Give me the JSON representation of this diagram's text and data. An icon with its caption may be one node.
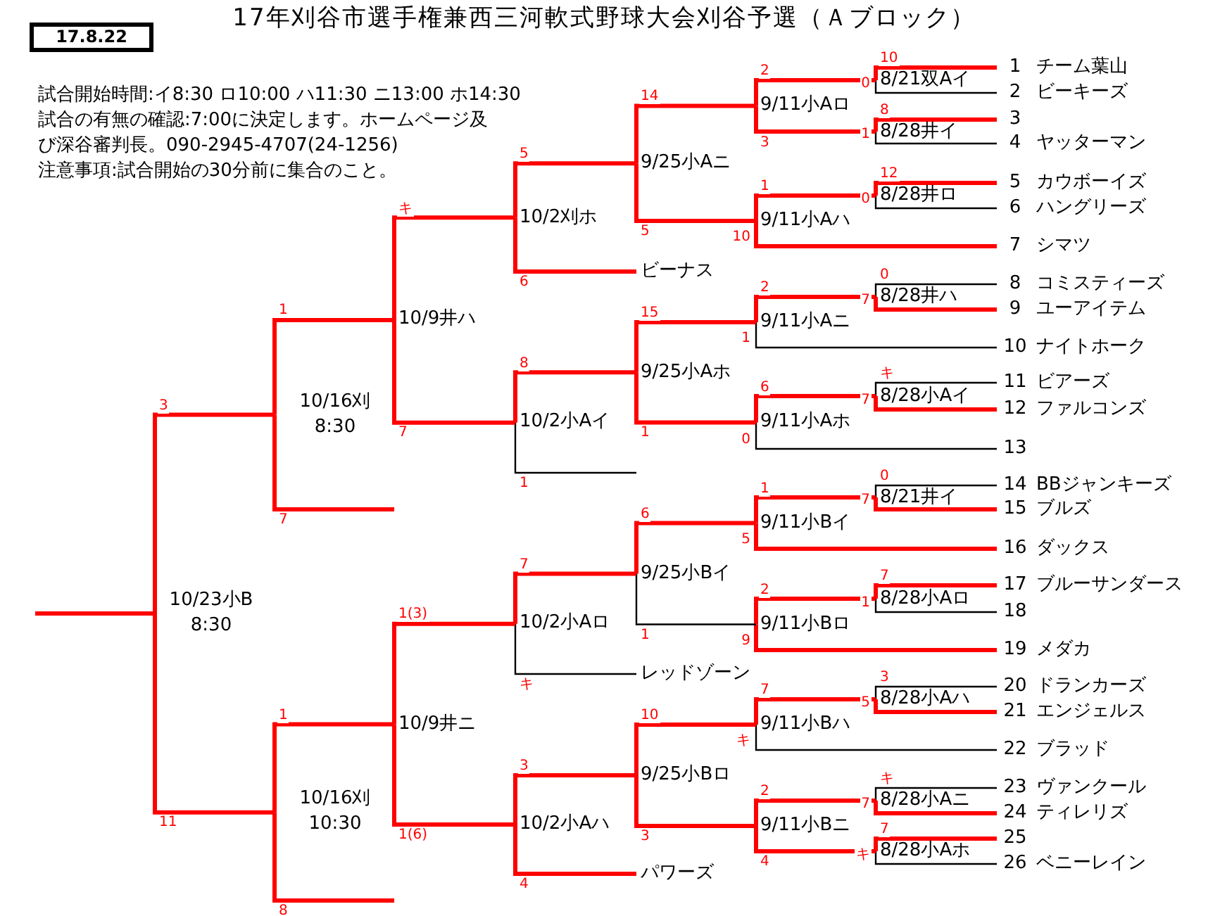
{
  "diagram": {
    "title": "17年刈谷市選手権兼西三河軟式野球大会刈谷予選（Ａブロック）",
    "nodes": [
      {
        "text": [
          "17.8.22"
        ]
      },
      {
        "text": [
          "1",
          "チーム葉山"
        ]
      },
      {
        "text": [
          "2",
          "ビーキーズ"
        ]
      },
      {
        "text": [
          "3"
        ]
      },
      {
        "text": [
          "4",
          "ヤッターマン"
        ]
      },
      {
        "text": [
          "5",
          "カウボーイズ"
        ]
      },
      {
        "text": [
          "6",
          "ハングリーズ"
        ]
      },
      {
        "text": [
          "7",
          "シマツ"
        ]
      },
      {
        "text": [
          "8",
          "コミスティーズ"
        ]
      },
      {
        "text": [
          "9",
          "ユーアイテム"
        ]
      },
      {
        "text": [
          "10",
          "ナイトホーク"
        ]
      },
      {
        "text": [
          "11",
          "ビアーズ"
        ]
      },
      {
        "text": [
          "12",
          "ファルコンズ"
        ]
      },
      {
        "text": [
          "13"
        ]
      },
      {
        "text": [
          "14",
          "BBジャンキーズ"
        ]
      },
      {
        "text": [
          "15",
          "ブルズ"
        ]
      },
      {
        "text": [
          "16",
          "ダックス"
        ]
      },
      {
        "text": [
          "17",
          "ブルーサンダース"
        ]
      },
      {
        "text": [
          "18"
        ]
      },
      {
        "text": [
          "19",
          "メダカ"
        ]
      },
      {
        "text": [
          "20",
          "ドランカーズ"
        ]
      },
      {
        "text": [
          "21",
          "エンジェルス"
        ]
      },
      {
        "text": [
          "22",
          "ブラッド"
        ]
      },
      {
        "text": [
          "23",
          "ヴァンクール"
        ]
      },
      {
        "text": [
          "24",
          "ティレリズ"
        ]
      },
      {
        "text": [
          "25"
        ]
      },
      {
        "text": [
          "26",
          "ベニーレイン"
        ]
      },
      {
        "text": [
          "ビーナス"
        ]
      },
      {
        "text": [
          "レッドゾーン"
        ]
      },
      {
        "text": [
          "パワーズ"
        ]
      },
      {
        "text": [
          "8/21双Aイ"
        ]
      },
      {
        "text": [
          "8/28井イ"
        ]
      },
      {
        "text": [
          "8/28井ロ"
        ]
      },
      {
        "text": [
          "8/28井ハ"
        ]
      },
      {
        "text": [
          "8/28小Aイ"
        ]
      },
      {
        "text": [
          "8/21井イ"
        ]
      },
      {
        "text": [
          "8/28小Aロ"
        ]
      },
      {
        "text": [
          "8/28小Aハ"
        ]
      },
      {
        "text": [
          "8/28小Aニ"
        ]
      },
      {
        "text": [
          "8/28小Aホ"
        ]
      },
      {
        "text": [
          "9/11小Aロ"
        ]
      },
      {
        "text": [
          "9/11小Aハ"
        ]
      },
      {
        "text": [
          "9/11小Aニ"
        ]
      },
      {
        "text": [
          "9/11小Aホ"
        ]
      },
      {
        "text": [
          "9/11小Bイ"
        ]
      },
      {
        "text": [
          "9/11小Bロ"
        ]
      },
      {
        "text": [
          "9/11小Bハ"
        ]
      },
      {
        "text": [
          "9/11小Bニ"
        ]
      },
      {
        "text": [
          "9/25小Aニ"
        ]
      },
      {
        "text": [
          "9/25小Aホ"
        ]
      },
      {
        "text": [
          "9/25小Bイ"
        ]
      },
      {
        "text": [
          "9/25小Bロ"
        ]
      },
      {
        "text": [
          "10/2刈ホ"
        ]
      },
      {
        "text": [
          "10/2小Aイ"
        ]
      },
      {
        "text": [
          "10/2小Aロ"
        ]
      },
      {
        "text": [
          "10/2小Aハ"
        ]
      },
      {
        "text": [
          "10/9井ハ"
        ]
      },
      {
        "text": [
          "10/9井ニ"
        ]
      },
      {
        "text": [
          "10/16刈 8:30"
        ]
      },
      {
        "text": [
          "10/16刈 10:30"
        ]
      },
      {
        "text": [
          "10/23小B 8:30"
        ]
      }
    ],
    "edges": [
      {
        "from": 1,
        "to": 30,
        "arrow": "none",
        "label": "10"
      },
      {
        "from": 2,
        "to": 30,
        "arrow": "none",
        "label": "0",
        "color": "#000000"
      },
      {
        "from": 3,
        "to": 31,
        "arrow": "none",
        "label": "8"
      },
      {
        "from": 4,
        "to": 31,
        "arrow": "none",
        "label": "1",
        "color": "#000000"
      },
      {
        "from": 5,
        "to": 32,
        "arrow": "none",
        "label": "12"
      },
      {
        "from": 6,
        "to": 32,
        "arrow": "none",
        "label": "0",
        "color": "#000000"
      },
      {
        "from": 8,
        "to": 33,
        "arrow": "none",
        "label": "0",
        "color": "#000000"
      },
      {
        "from": 9,
        "to": 33,
        "arrow": "none",
        "label": "7"
      },
      {
        "from": 11,
        "to": 34,
        "arrow": "none",
        "label": "キ",
        "color": "#000000"
      },
      {
        "from": 12,
        "to": 34,
        "arrow": "none",
        "label": "7"
      },
      {
        "from": 14,
        "to": 35,
        "arrow": "none",
        "label": "0",
        "color": "#000000"
      },
      {
        "from": 15,
        "to": 35,
        "arrow": "none",
        "label": "7"
      },
      {
        "from": 17,
        "to": 36,
        "arrow": "none",
        "label": "7"
      },
      {
        "from": 18,
        "to": 36,
        "arrow": "none",
        "label": "1",
        "color": "#000000"
      },
      {
        "from": 20,
        "to": 37,
        "arrow": "none",
        "label": "3",
        "color": "#000000"
      },
      {
        "from": 21,
        "to": 37,
        "arrow": "none",
        "label": "5"
      },
      {
        "from": 23,
        "to": 38,
        "arrow": "none",
        "label": "キ",
        "color": "#000000"
      },
      {
        "from": 24,
        "to": 38,
        "arrow": "none",
        "label": "7"
      },
      {
        "from": 25,
        "to": 39,
        "arrow": "none",
        "label": "7"
      },
      {
        "from": 26,
        "to": 39,
        "arrow": "none",
        "label": "キ",
        "color": "#000000"
      },
      {
        "from": 30,
        "to": 40,
        "arrow": "none",
        "label": "2"
      },
      {
        "from": 31,
        "to": 40,
        "arrow": "none",
        "label": "3"
      },
      {
        "from": 32,
        "to": 41,
        "arrow": "none",
        "label": "1"
      },
      {
        "from": 7,
        "to": 41,
        "arrow": "none",
        "label": "10"
      },
      {
        "from": 33,
        "to": 42,
        "arrow": "none",
        "label": "2"
      },
      {
        "from": 10,
        "to": 42,
        "arrow": "none",
        "label": "1",
        "color": "#000000"
      },
      {
        "from": 34,
        "to": 43,
        "arrow": "none",
        "label": "6"
      },
      {
        "from": 13,
        "to": 43,
        "arrow": "none",
        "label": "0",
        "color": "#000000"
      },
      {
        "from": 35,
        "to": 44,
        "arrow": "none",
        "label": "1"
      },
      {
        "from": 16,
        "to": 44,
        "arrow": "none",
        "label": "5"
      },
      {
        "from": 36,
        "to": 45,
        "arrow": "none",
        "label": "2"
      },
      {
        "from": 19,
        "to": 45,
        "arrow": "none",
        "label": "9"
      },
      {
        "from": 37,
        "to": 46,
        "arrow": "none",
        "label": "7"
      },
      {
        "from": 22,
        "to": 46,
        "arrow": "none",
        "label": "キ",
        "color": "#000000"
      },
      {
        "from": 38,
        "to": 47,
        "arrow": "none",
        "label": "2"
      },
      {
        "from": 39,
        "to": 47,
        "arrow": "none",
        "label": "4"
      },
      {
        "from": 40,
        "to": 48,
        "arrow": "none",
        "label": "14"
      },
      {
        "from": 41,
        "to": 48,
        "arrow": "none",
        "label": "5"
      },
      {
        "from": 42,
        "to": 49,
        "arrow": "none",
        "label": "15"
      },
      {
        "from": 43,
        "to": 49,
        "arrow": "none",
        "label": "1"
      },
      {
        "from": 44,
        "to": 50,
        "arrow": "none",
        "label": "6"
      },
      {
        "from": 45,
        "to": 50,
        "arrow": "none",
        "label": "1",
        "color": "#000000"
      },
      {
        "from": 46,
        "to": 51,
        "arrow": "none",
        "label": "10"
      },
      {
        "from": 47,
        "to": 51,
        "arrow": "none",
        "label": "3"
      },
      {
        "from": 48,
        "to": 52,
        "arrow": "none",
        "label": "5"
      },
      {
        "from": 27,
        "to": 52,
        "arrow": "none",
        "label": "6"
      },
      {
        "from": 49,
        "to": 53,
        "arrow": "none",
        "label": "8"
      },
      {
        "from": null,
        "to": 53,
        "arrow": "none",
        "label": "1",
        "color": "#000000"
      },
      {
        "from": 50,
        "to": 54,
        "arrow": "none",
        "label": "7"
      },
      {
        "from": 28,
        "to": 54,
        "arrow": "none",
        "label": "キ",
        "color": "#000000"
      },
      {
        "from": 51,
        "to": 55,
        "arrow": "none",
        "label": "3"
      },
      {
        "from": 29,
        "to": 55,
        "arrow": "none",
        "label": "4"
      },
      {
        "from": 52,
        "to": 56,
        "arrow": "none",
        "label": "キ"
      },
      {
        "from": 53,
        "to": 56,
        "arrow": "none",
        "label": "7"
      },
      {
        "from": 54,
        "to": 57,
        "arrow": "none",
        "label": "1(3)"
      },
      {
        "from": 55,
        "to": 57,
        "arrow": "none",
        "label": "1(6)"
      },
      {
        "from": 56,
        "to": 58,
        "arrow": "none",
        "label": "1"
      },
      {
        "from": null,
        "to": 58,
        "arrow": "none",
        "label": "7"
      },
      {
        "from": 57,
        "to": 59,
        "arrow": "none",
        "label": "1"
      },
      {
        "from": null,
        "to": 59,
        "arrow": "none",
        "label": "8"
      },
      {
        "from": 58,
        "to": 60,
        "arrow": "none",
        "label": "3"
      },
      {
        "from": 59,
        "to": 60,
        "arrow": "none",
        "label": "11"
      },
      {
        "from": 60,
        "to": null,
        "arrow": "none"
      }
    ],
    "labels": [
      "試合開始時間:イ8:30 ロ10:00 ハ11:30 ニ13:00 ホ14:30",
      "試合の有無の確認:7:00に決定します。ホームページ及び深谷審判長。090-2945-4707(24-1256)",
      "注意事項:試合開始の30分前に集合のこと。"
    ]
  }
}
